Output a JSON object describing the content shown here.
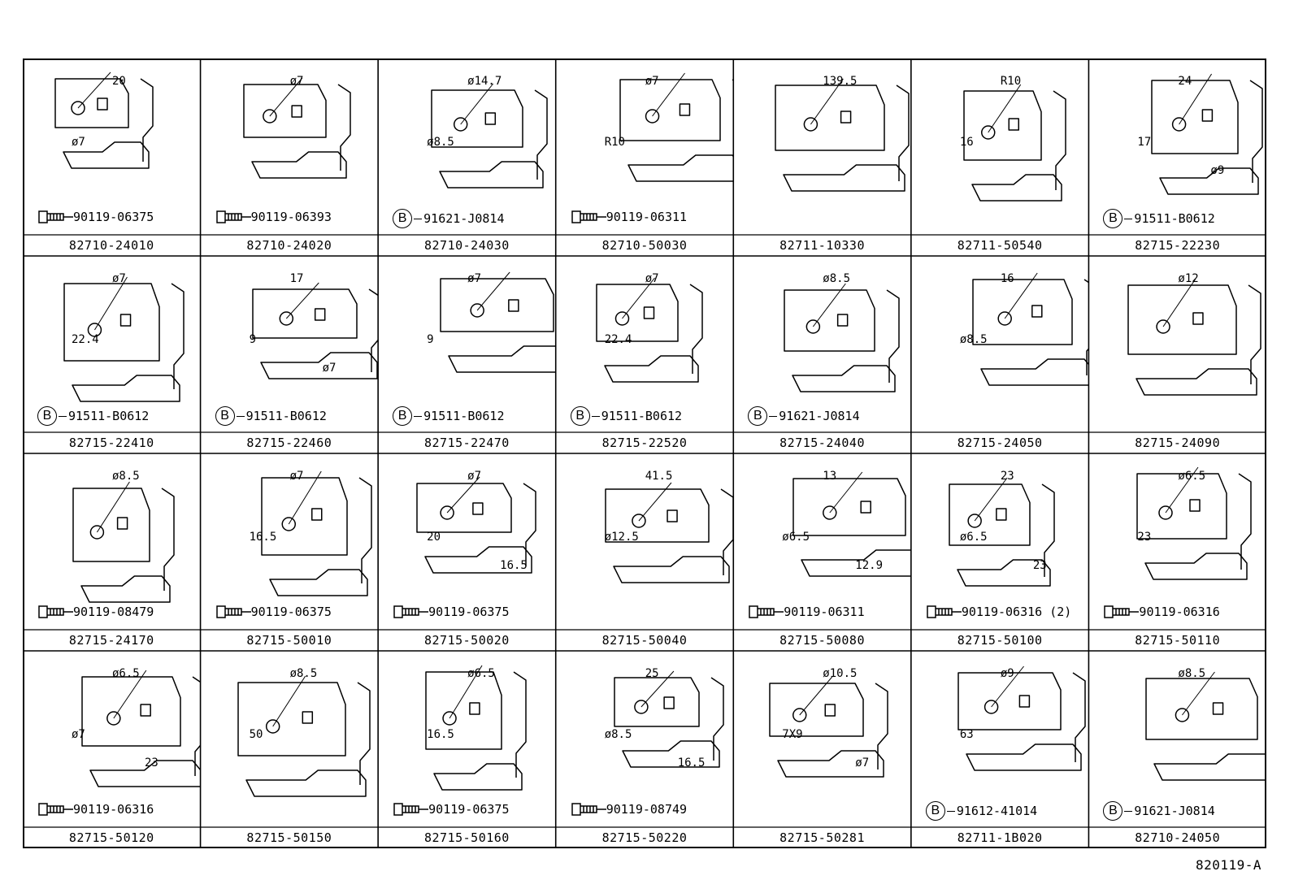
{
  "diagram_ref": "820119-A",
  "rows": [
    [
      {
        "part": "82710-24010",
        "fastener": "90119-06375",
        "fastener_type": "bolt",
        "dims": [
          "20",
          "ø7"
        ]
      },
      {
        "part": "82710-24020",
        "fastener": "90119-06393",
        "fastener_type": "bolt",
        "dims": [
          "ø7"
        ]
      },
      {
        "part": "82710-24030",
        "fastener": "91621-J0814",
        "fastener_type": "B",
        "dims": [
          "ø14.7",
          "ø8.5"
        ]
      },
      {
        "part": "82710-50030",
        "fastener": "90119-06311",
        "fastener_type": "bolt",
        "dims": [
          "ø7",
          "R10"
        ]
      },
      {
        "part": "82711-10330",
        "fastener": "",
        "fastener_type": "none",
        "dims": [
          "139.5"
        ]
      },
      {
        "part": "82711-50540",
        "fastener": "",
        "fastener_type": "none",
        "dims": [
          "R10",
          "16"
        ]
      },
      {
        "part": "82715-22230",
        "fastener": "91511-B0612",
        "fastener_type": "B",
        "dims": [
          "24",
          "17",
          "ø9"
        ]
      }
    ],
    [
      {
        "part": "82715-22410",
        "fastener": "91511-B0612",
        "fastener_type": "B",
        "dims": [
          "ø7",
          "22.4"
        ]
      },
      {
        "part": "82715-22460",
        "fastener": "91511-B0612",
        "fastener_type": "B",
        "dims": [
          "17",
          "9",
          "ø7"
        ]
      },
      {
        "part": "82715-22470",
        "fastener": "91511-B0612",
        "fastener_type": "B",
        "dims": [
          "ø7",
          "9"
        ]
      },
      {
        "part": "82715-22520",
        "fastener": "91511-B0612",
        "fastener_type": "B",
        "dims": [
          "ø7",
          "22.4"
        ]
      },
      {
        "part": "82715-24040",
        "fastener": "91621-J0814",
        "fastener_type": "B",
        "dims": [
          "ø8.5"
        ]
      },
      {
        "part": "82715-24050",
        "fastener": "",
        "fastener_type": "none",
        "dims": [
          "16",
          "ø8.5"
        ]
      },
      {
        "part": "82715-24090",
        "fastener": "",
        "fastener_type": "none",
        "dims": [
          "ø12"
        ]
      }
    ],
    [
      {
        "part": "82715-24170",
        "fastener": "90119-08479",
        "fastener_type": "bolt",
        "dims": [
          "ø8.5"
        ]
      },
      {
        "part": "82715-50010",
        "fastener": "90119-06375",
        "fastener_type": "bolt",
        "dims": [
          "ø7",
          "16.5"
        ]
      },
      {
        "part": "82715-50020",
        "fastener": "90119-06375",
        "fastener_type": "bolt",
        "dims": [
          "ø7",
          "20",
          "16.5"
        ]
      },
      {
        "part": "82715-50040",
        "fastener": "",
        "fastener_type": "none",
        "dims": [
          "41.5",
          "ø12.5"
        ]
      },
      {
        "part": "82715-50080",
        "fastener": "90119-06311",
        "fastener_type": "bolt",
        "dims": [
          "13",
          "ø6.5",
          "12.9"
        ]
      },
      {
        "part": "82715-50100",
        "fastener": "90119-06316 (2)",
        "fastener_type": "bolt",
        "dims": [
          "23",
          "ø6.5",
          "23"
        ]
      },
      {
        "part": "82715-50110",
        "fastener": "90119-06316",
        "fastener_type": "bolt",
        "dims": [
          "ø6.5",
          "23"
        ]
      }
    ],
    [
      {
        "part": "82715-50120",
        "fastener": "90119-06316",
        "fastener_type": "bolt",
        "dims": [
          "ø6.5",
          "ø7",
          "23"
        ]
      },
      {
        "part": "82715-50150",
        "fastener": "",
        "fastener_type": "none",
        "dims": [
          "ø8.5",
          "50"
        ]
      },
      {
        "part": "82715-50160",
        "fastener": "90119-06375",
        "fastener_type": "bolt",
        "dims": [
          "ø6.5",
          "16.5"
        ]
      },
      {
        "part": "82715-50220",
        "fastener": "90119-08749",
        "fastener_type": "bolt",
        "dims": [
          "25",
          "ø8.5",
          "16.5"
        ]
      },
      {
        "part": "82715-50281",
        "fastener": "",
        "fastener_type": "none",
        "dims": [
          "ø10.5",
          "7X9",
          "ø7"
        ]
      },
      {
        "part": "82711-1B020",
        "fastener": "91612-41014",
        "fastener_type": "B",
        "dims": [
          "ø9",
          "63"
        ]
      },
      {
        "part": "82710-24050",
        "fastener": "91621-J0814",
        "fastener_type": "B",
        "dims": [
          "ø8.5"
        ]
      }
    ]
  ]
}
